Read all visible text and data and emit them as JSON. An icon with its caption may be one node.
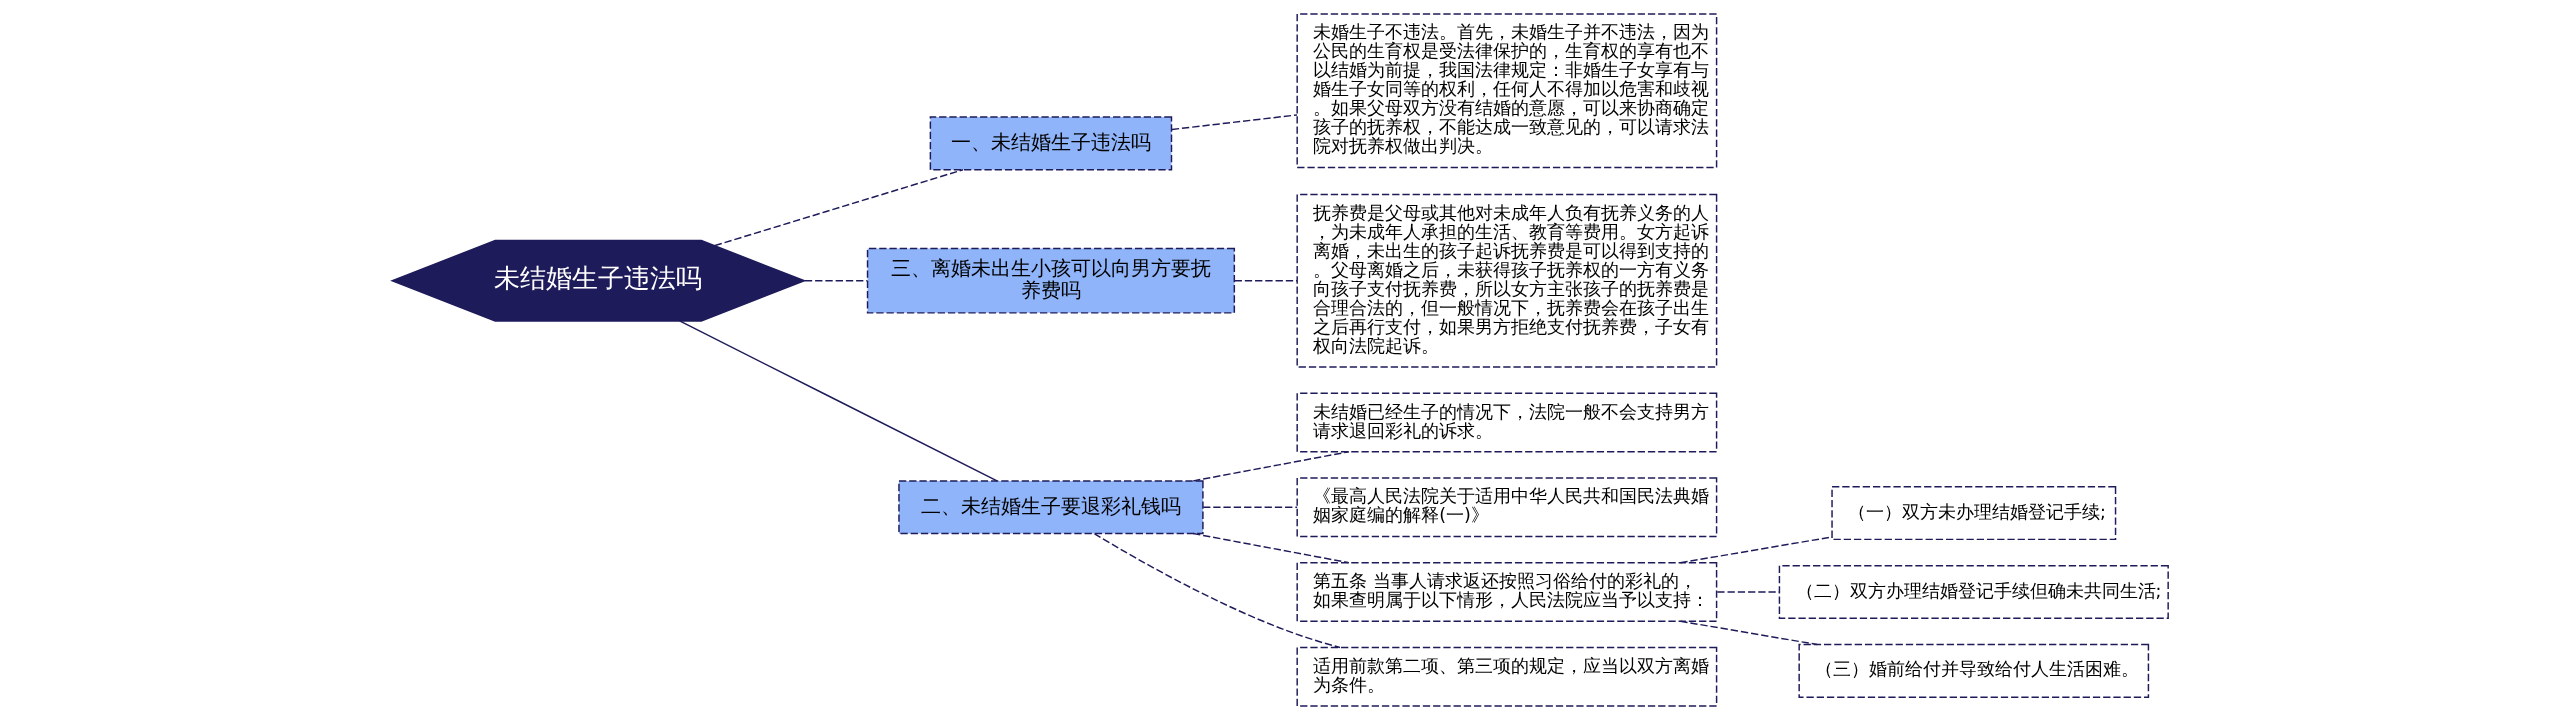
{
  "diagram": {
    "nodes": [
      {
        "text": [
          "未结婚生子违法吗"
        ]
      },
      {
        "text": [
          "一、未结婚生子违法吗"
        ]
      },
      {
        "text": [
          "未婚生子不违法。首先，未婚生子并不违法，因为公民的生育权是受法律保护的，生育权的享有也不以结婚为前提，我国法律规定：非婚生子女享有与婚生子女同等的权利，任何人不得加以危害和歧视。如果父母双方没有结婚的意愿，可以来协商确定孩子的抚养权，不能达成一致意见的，可以请求法院对抚养权做出判决。"
        ]
      },
      {
        "text": [
          "三、离婚未出生小孩可以向男方要抚养费吗"
        ]
      },
      {
        "text": [
          "抚养费是父母或其他对未成年人负有抚养义务的人，为未成年人承担的生活、教育等费用。女方起诉离婚，未出生的孩子起诉抚养费是可以得到支持的。父母离婚之后，未获得孩子抚养权的一方有义务向孩子支付抚养费，所以女方主张孩子的抚养费是合理合法的，但一般情况下，抚养费会在孩子出生之后再行支付，如果男方拒绝支付抚养费，子女有权向法院起诉。"
        ]
      },
      {
        "text": [
          "二、未结婚生子要退彩礼钱吗"
        ]
      },
      {
        "text": [
          "未结婚已经生子的情况下，法院一般不会支持男方请求退回彩礼的诉求。"
        ]
      },
      {
        "text": [
          "《最高人民法院关于适用中华人民共和国民法典婚姻家庭编的解释(一)》"
        ]
      },
      {
        "text": [
          "第五条 当事人请求返还按照习俗给付的彩礼的，如果查明属于以下情形，人民法院应当予以支持："
        ]
      },
      {
        "text": [
          "适用前款第二项、第三项的规定，应当以双方离婚为条件。"
        ]
      },
      {
        "text": [
          "（一）双方未办理结婚登记手续;"
        ]
      },
      {
        "text": [
          "（二）双方办理结婚登记手续但确未共同生活;"
        ]
      },
      {
        "text": [
          "（三）婚前给付并导致给付人生活困难。"
        ]
      }
    ],
    "edges": [
      {
        "from": 0,
        "to": 1,
        "arrow": "none",
        "style": "dashed"
      },
      {
        "from": 1,
        "to": 2,
        "arrow": "none",
        "style": "dashed"
      },
      {
        "from": 0,
        "to": 3,
        "arrow": "none",
        "style": "dashed"
      },
      {
        "from": 3,
        "to": 4,
        "arrow": "none",
        "style": "dashed"
      },
      {
        "from": 0,
        "to": 5,
        "arrow": "none"
      },
      {
        "from": 5,
        "to": 6,
        "arrow": "none",
        "style": "dashed"
      },
      {
        "from": 5,
        "to": 7,
        "arrow": "none",
        "style": "dashed"
      },
      {
        "from": 5,
        "to": 8,
        "arrow": "none",
        "style": "dashed"
      },
      {
        "from": 5,
        "to": 9,
        "arrow": "none",
        "style": "dashed"
      },
      {
        "from": 8,
        "to": 10,
        "arrow": "none",
        "style": "dashed"
      },
      {
        "from": 8,
        "to": 11,
        "arrow": "none",
        "style": "dashed"
      },
      {
        "from": 8,
        "to": 12,
        "arrow": "none",
        "style": "dashed"
      }
    ]
  }
}
